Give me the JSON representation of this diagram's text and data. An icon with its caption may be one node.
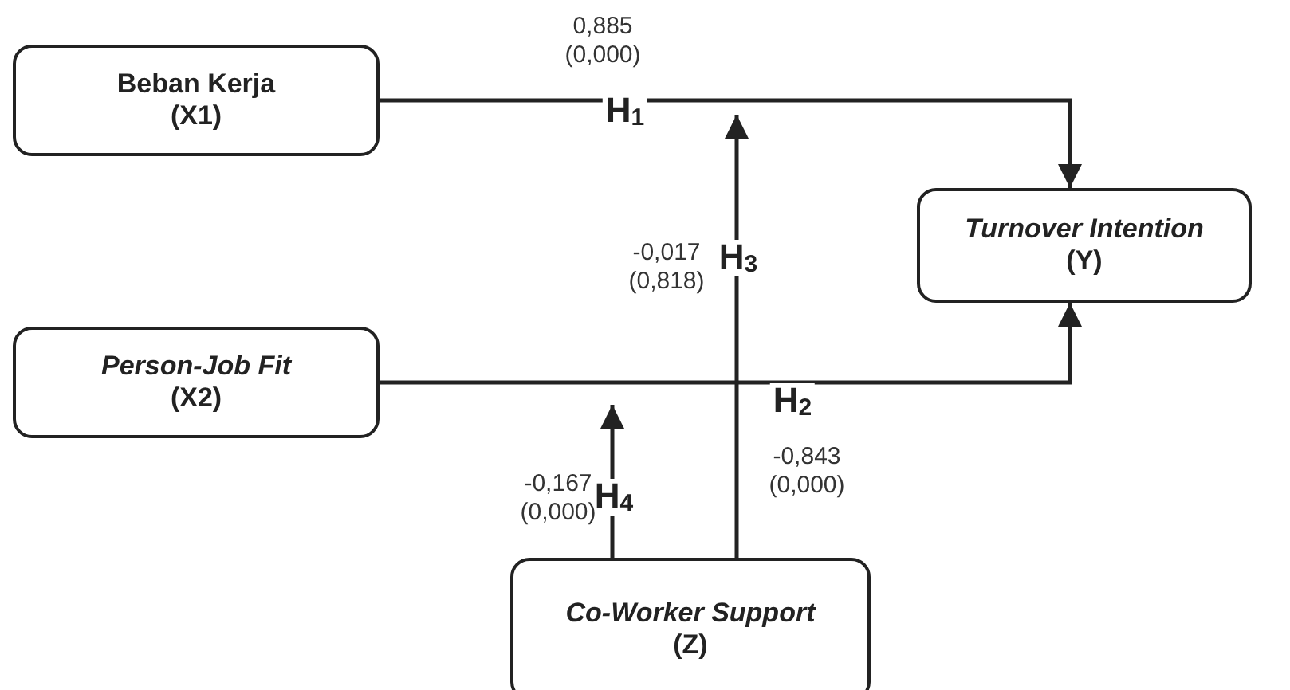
{
  "diagram": {
    "nodes": [
      {
        "text": [
          "Beban Kerja",
          "(X1)"
        ]
      },
      {
        "text": [
          "Turnover Intention",
          "(Y)"
        ]
      },
      {
        "text": [
          "Person-Job Fit",
          "(X2)"
        ]
      },
      {
        "text": [
          "Co-Worker Support",
          "(Z)"
        ]
      }
    ],
    "edges": [
      {
        "from": 0,
        "to": 1,
        "arrow": "to",
        "label": "H$_{1}$"
      },
      {
        "from": 2,
        "to": 1,
        "arrow": "to",
        "label": "H$_{2}$"
      },
      {
        "from": 3,
        "to": null,
        "arrow": "to",
        "label": "H$_{3}$"
      },
      {
        "from": 3,
        "to": null,
        "arrow": "to",
        "label": "H$_{4}$"
      }
    ],
    "labels": [
      "0,885 (0,000)",
      "-0,017 (0,818)",
      "-0,843 (0,000)",
      "-0,167 (0,000)"
    ]
  }
}
